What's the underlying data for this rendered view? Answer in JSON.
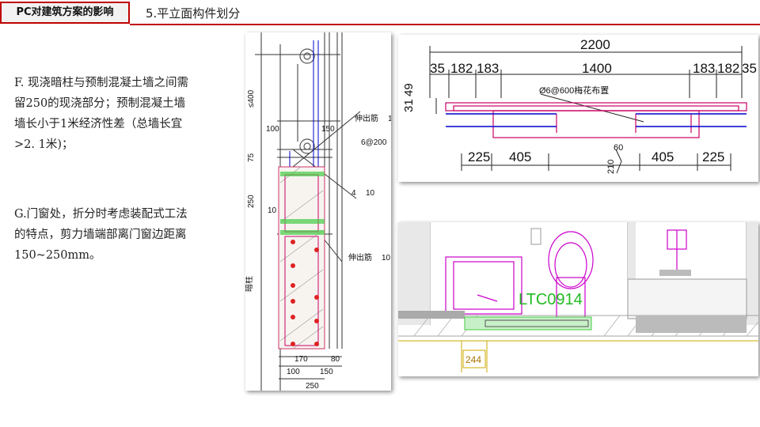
{
  "header": {
    "tag": "PC对建筑方案的影响",
    "section_title": "5.平立面构件划分",
    "accent_color": "#c00000"
  },
  "paragraphs": [
    {
      "lines": [
        "F. 现浇暗柱与预制混凝土墙之间需",
        "留250的现浇部分；预制混凝土墙",
        "墙长小于1米经济性差（总墙长宜",
        ">2. 1米)；"
      ]
    },
    {
      "lines": [
        "G.门窗处，折分时考虑装配式工法",
        "的特点，剪力墙端部离门窗边距离",
        "150~250mm。"
      ]
    }
  ],
  "drawing1": {
    "labels": {
      "dim_400": "≤400",
      "dim_100": "100",
      "dim_150": "150",
      "note_extend1": "伸出筋",
      "note_1": "1",
      "note_6at200": "6@200",
      "dim_75": "75",
      "dim_250": "250",
      "note_4": "4",
      "note_10a": "10",
      "note_10": "10",
      "note_extend2": "伸出筋",
      "note_10b": "10",
      "side_label": "暗柱",
      "dim_170": "170",
      "dim_80": "80",
      "dim_100b": "100",
      "dim_150b": "150",
      "dim_250b": "250"
    }
  },
  "drawing2": {
    "labels": {
      "total": "2200",
      "d35a": "35",
      "d182a": "182",
      "d183a": "183",
      "d1400": "1400",
      "d183b": "183",
      "d182b": "182",
      "d35b": "35",
      "rebar_note": "Ø6@600梅花布置",
      "d31": "31",
      "d49": "49",
      "d225a": "225",
      "d405a": "405",
      "d60": "60",
      "d210": "210",
      "d405b": "405",
      "d225b": "225"
    }
  },
  "drawing3": {
    "labels": {
      "window_code": "LTC0914",
      "dim_244": "244"
    }
  }
}
